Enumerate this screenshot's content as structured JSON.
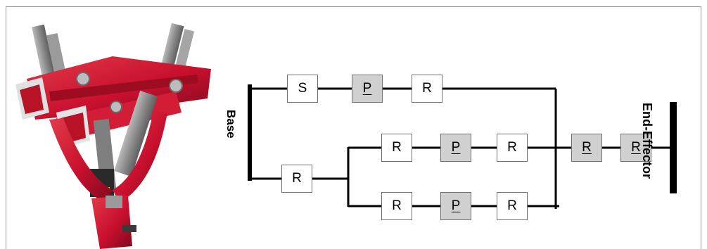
{
  "diagram": {
    "base_label": "Base",
    "end_effector_label": "End-Effector",
    "chain_top": [
      "S",
      "P",
      "R"
    ],
    "common_joint": "R",
    "chain_middle": [
      "R",
      "P",
      "R"
    ],
    "chain_bottom": [
      "R",
      "P",
      "R"
    ],
    "serial_end": [
      "R",
      "R"
    ],
    "actuated_joint_note": "P"
  },
  "colors": {
    "link": "#000000",
    "joint_border": "#6f6f6f",
    "actuated_fill": "#d0d0d0",
    "robot_red": "#c8102e",
    "robot_grey": "#8a8a8a"
  },
  "icons": {
    "robot_image": "parallel-manipulator-render"
  }
}
